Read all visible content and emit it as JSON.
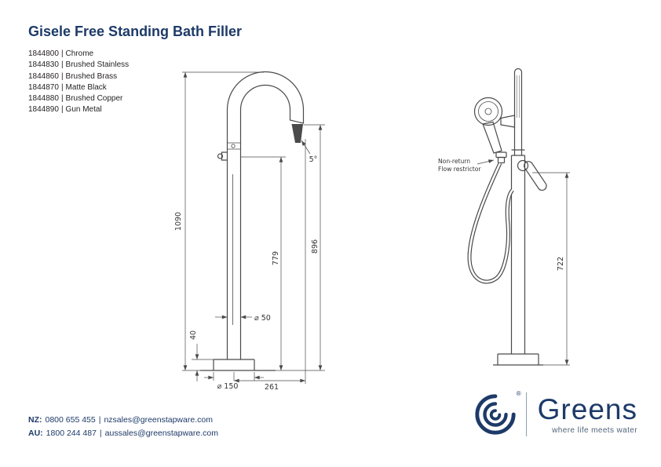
{
  "title": "Gisele Free Standing Bath Filler",
  "separator": "|",
  "variants": [
    {
      "code": "1844800",
      "finish": "Chrome"
    },
    {
      "code": "1844830",
      "finish": "Brushed Stainless"
    },
    {
      "code": "1844860",
      "finish": "Brushed Brass"
    },
    {
      "code": "1844870",
      "finish": "Matte Black"
    },
    {
      "code": "1844880",
      "finish": "Brushed Copper"
    },
    {
      "code": "1844890",
      "finish": "Gun Metal"
    }
  ],
  "front_view": {
    "dim_total_height": "1090",
    "dim_base_height": "40",
    "dim_handle_height": "779",
    "dim_spout_height": "896",
    "dim_spout_angle": "5°",
    "dim_pipe_diameter": "⌀ 50",
    "dim_base_diameter": "⌀ 150",
    "dim_spout_reach": "261"
  },
  "side_view": {
    "note_line1": "Non-return",
    "note_line2": "Flow restrictor",
    "dim_handle_height": "722"
  },
  "footer": {
    "nz_label": "NZ:",
    "nz_phone": "0800 655 455",
    "nz_email": "nzsales@greenstapware.com",
    "au_label": "AU:",
    "au_phone": "1800 244 487",
    "au_email": "aussales@greenstapware.com"
  },
  "logo": {
    "registered": "®",
    "wordmark": "Greens",
    "tagline": "where life meets water"
  },
  "colors": {
    "brand_navy": "#1d3a68",
    "line_gray": "#4a4a4a"
  }
}
